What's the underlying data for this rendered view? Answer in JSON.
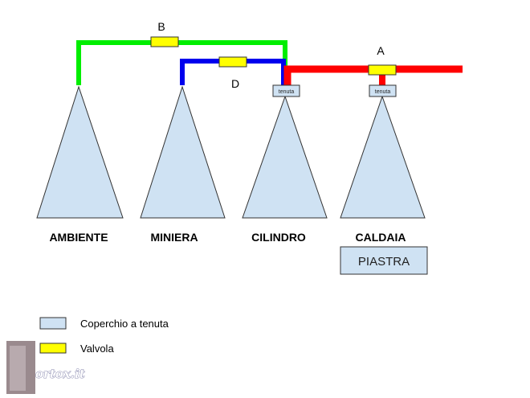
{
  "colors": {
    "green_pipe": "#00ee00",
    "blue_pipe": "#0000ee",
    "red_pipe": "#ff0000",
    "valve_fill": "#ffff00",
    "cone_fill": "#cfe2f3",
    "outline": "#333333"
  },
  "pipes": {
    "b_label": "B",
    "d_label": "D",
    "a_label": "A"
  },
  "seals": {
    "cilindro": "tenuta",
    "caldaia": "tenuta"
  },
  "cones": [
    {
      "label": "AMBIENTE"
    },
    {
      "label": "MINIERA"
    },
    {
      "label": "CILINDRO"
    },
    {
      "label": "CALDAIA"
    }
  ],
  "plate": {
    "label": "PIASTRA"
  },
  "legend": [
    {
      "label": "Coperchio a tenuta",
      "swatch": "#cfe2f3"
    },
    {
      "label": "Valvola",
      "swatch": "#ffff00"
    }
  ],
  "logo": {
    "text": "ortox.it"
  }
}
